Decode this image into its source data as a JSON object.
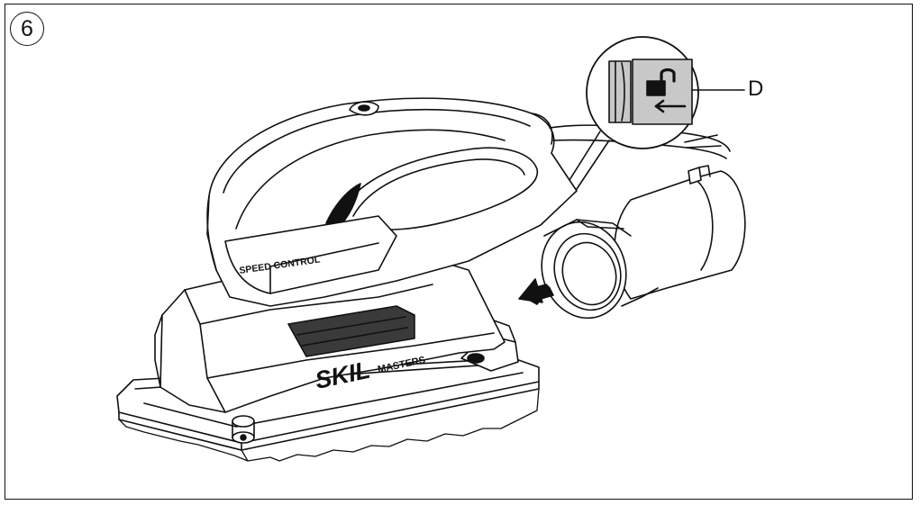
{
  "figure": {
    "number": "6",
    "callout_label": "D",
    "speed_control_text": "SPEED CONTROL",
    "brand_logo": "SKIL",
    "brand_series": "MASTERS",
    "colors": {
      "ink": "#111111",
      "paper": "#ffffff",
      "shade": "#c8c8c8",
      "dark": "#3a3a3a"
    },
    "icons": [
      "unlock-padlock-icon",
      "arrow-left-icon",
      "insert-arrow-icon"
    ]
  }
}
